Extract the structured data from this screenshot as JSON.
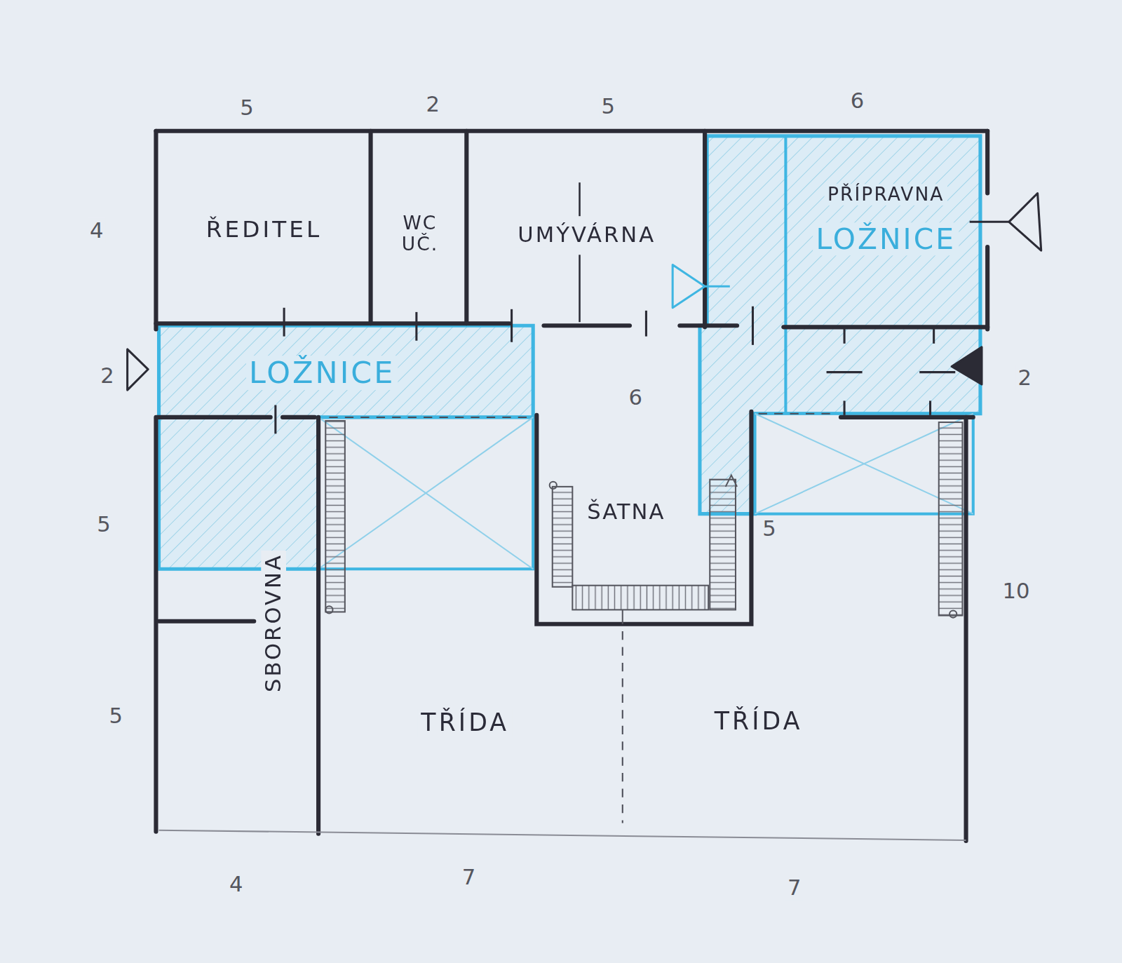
{
  "diagram": {
    "nodes": [
      {
        "text": [
          "ŘEDITEL"
        ]
      },
      {
        "text": [
          "WC UČ."
        ]
      },
      {
        "text": [
          "UMÝVÁRNA"
        ]
      },
      {
        "text": [
          "PŘÍPRAVNA",
          "LOŽNICE"
        ]
      },
      {
        "text": [
          "LOŽNICE"
        ]
      },
      {
        "text": [
          "ŠATNA"
        ]
      },
      {
        "text": [
          "SBOROVNA"
        ]
      },
      {
        "text": [
          "TŘÍDA"
        ]
      },
      {
        "text": [
          "TŘÍDA"
        ]
      }
    ],
    "labels": [
      "5",
      "2",
      "5",
      "6",
      "4",
      "2",
      "6",
      "2",
      "5",
      "5",
      "10",
      "5",
      "4",
      "7",
      "7"
    ]
  }
}
